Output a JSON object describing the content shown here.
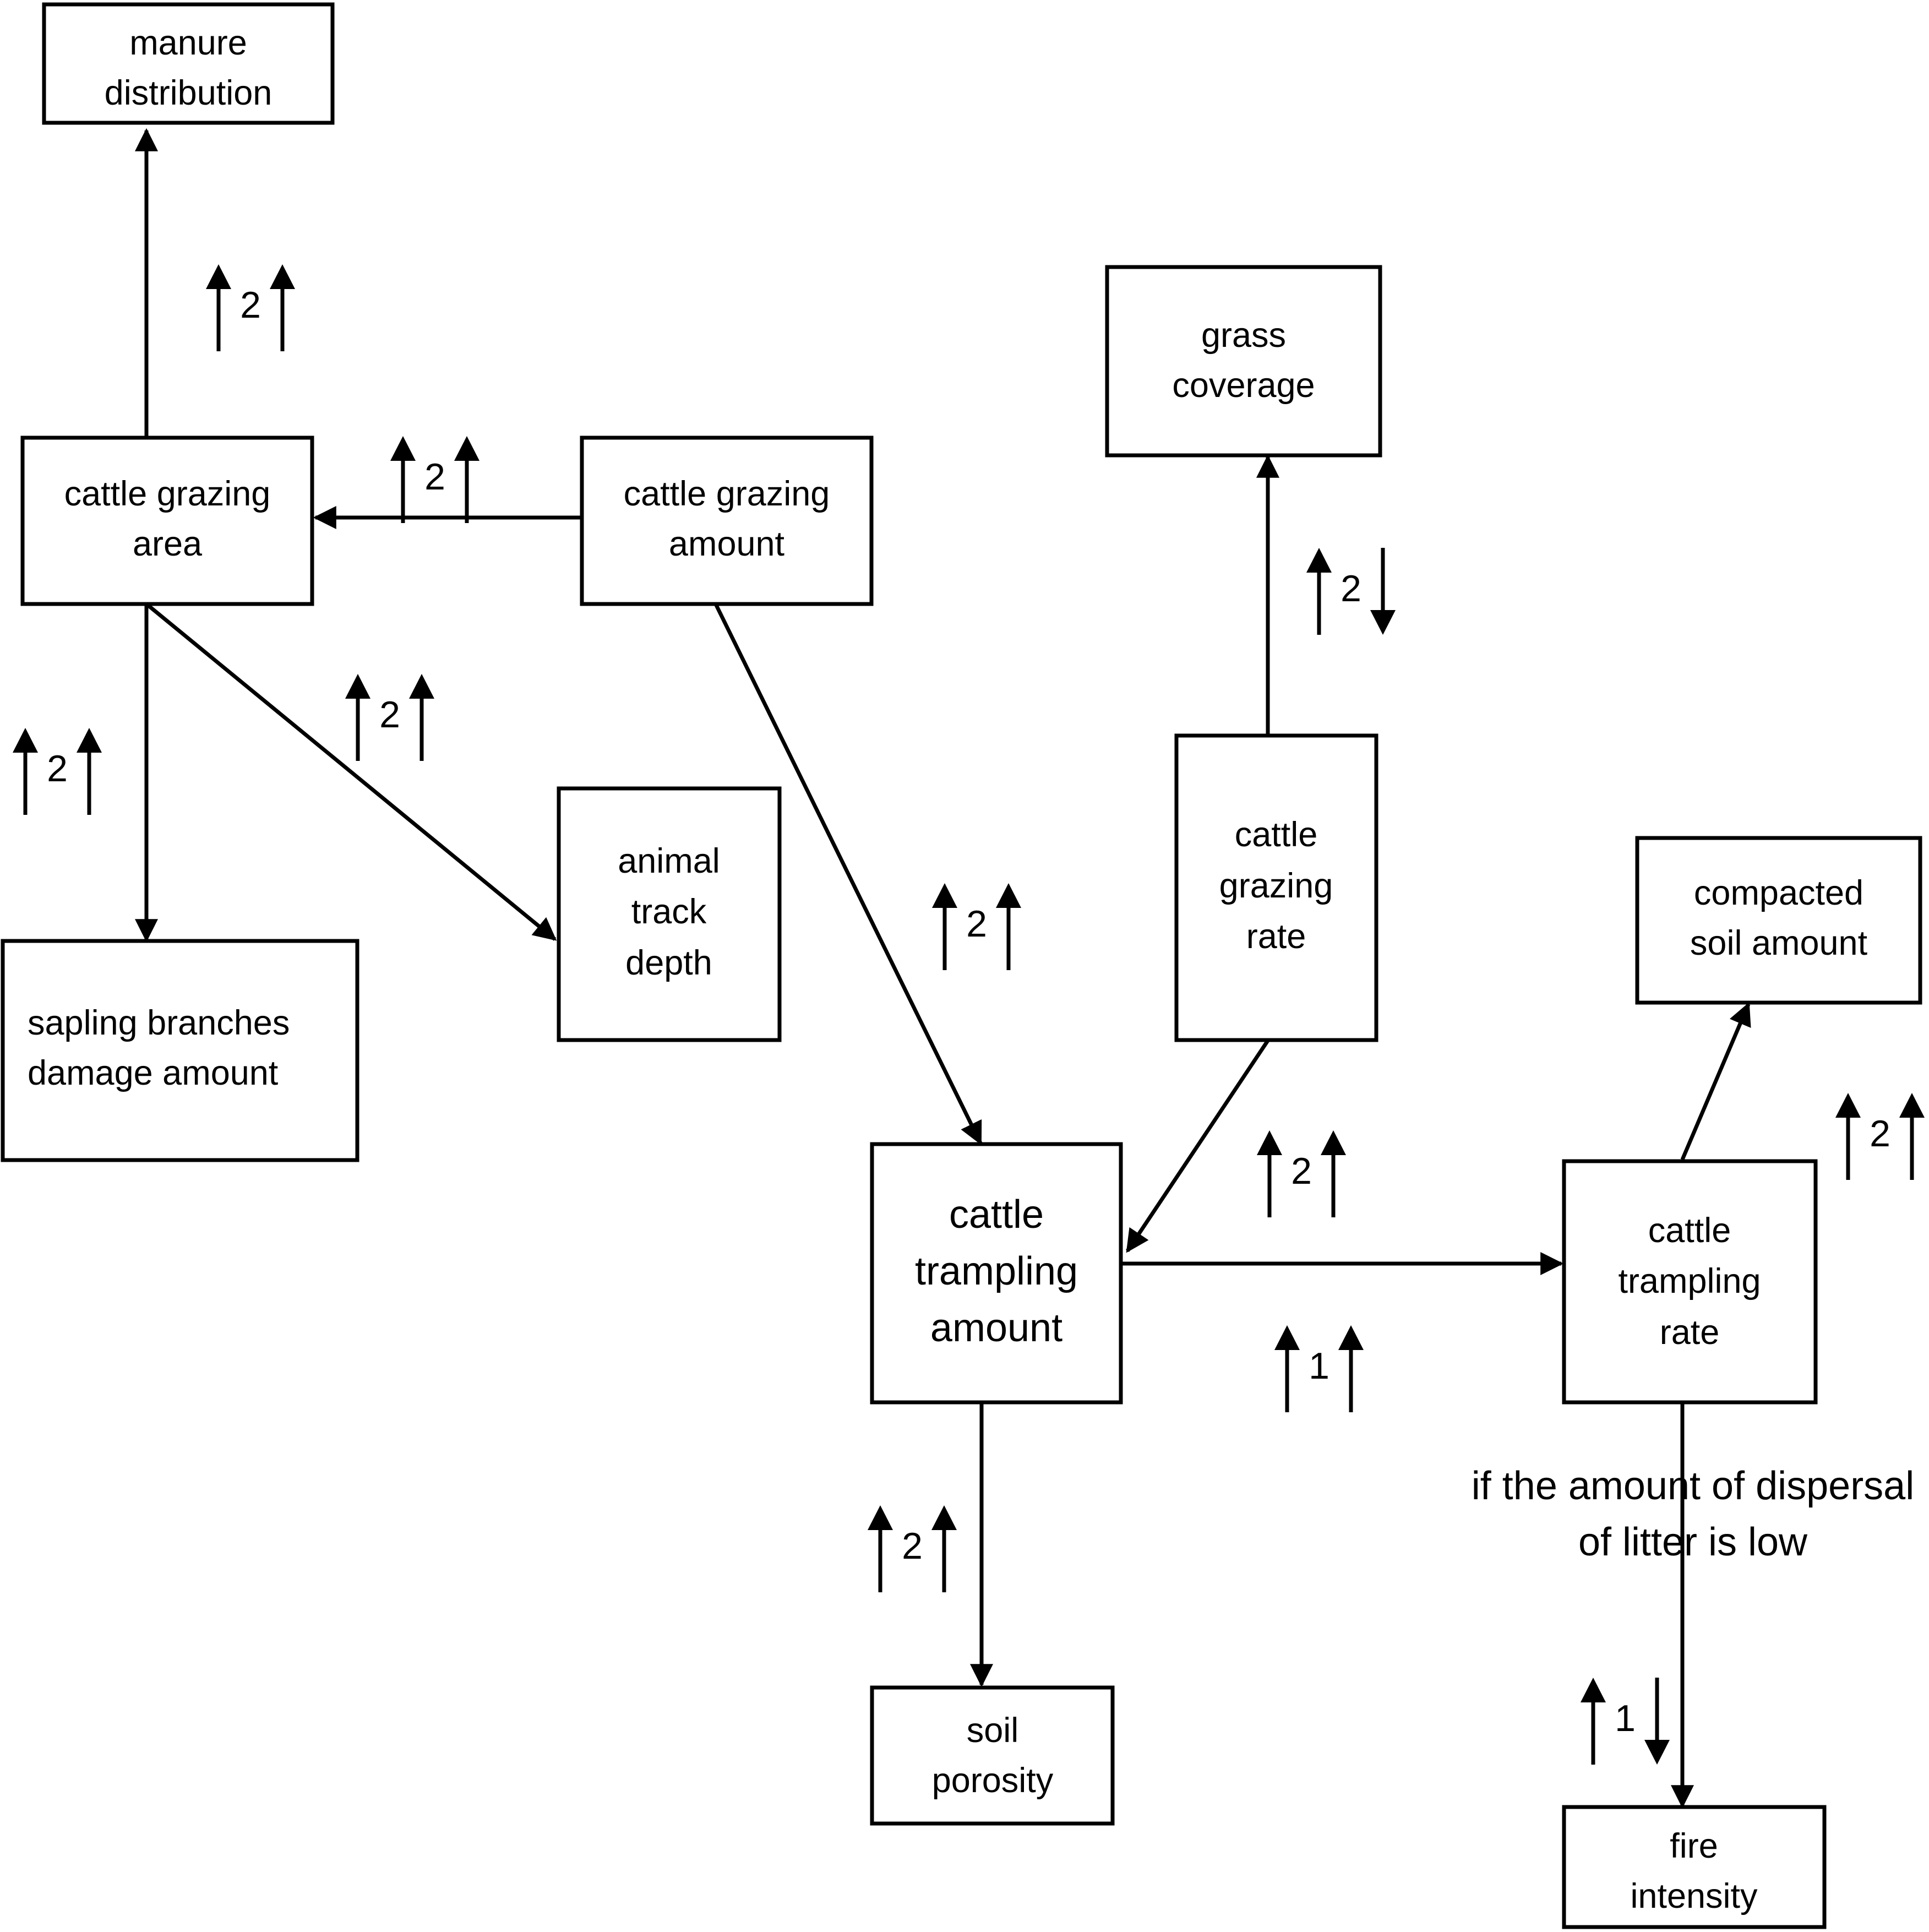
{
  "nodes": {
    "manure_distribution": [
      "manure",
      "distribution"
    ],
    "cattle_grazing_area": [
      "cattle grazing",
      "area"
    ],
    "cattle_grazing_amount": [
      "cattle grazing",
      "amount"
    ],
    "grass_coverage": [
      "grass",
      "coverage"
    ],
    "sapling_branches_damage_amount": [
      "sapling branches",
      "damage amount"
    ],
    "animal_track_depth": [
      "animal",
      "track",
      "depth"
    ],
    "cattle_grazing_rate": [
      "cattle",
      "grazing",
      "rate"
    ],
    "compacted_soil_amount": [
      "compacted",
      "soil amount"
    ],
    "cattle_trampling_amount": [
      "cattle",
      "trampling",
      "amount"
    ],
    "cattle_trampling_rate": [
      "cattle",
      "trampling",
      "rate"
    ],
    "soil_porosity": [
      "soil",
      "porosity"
    ],
    "fire_intensity": [
      "fire",
      "intensity"
    ]
  },
  "relations": [
    {
      "id": "area-to-manure",
      "from": "cattle_grazing_area",
      "to": "manure_distribution",
      "cause": "up",
      "weight": "2",
      "effect": "up"
    },
    {
      "id": "amount-to-area",
      "from": "cattle_grazing_amount",
      "to": "cattle_grazing_area",
      "cause": "up",
      "weight": "2",
      "effect": "up"
    },
    {
      "id": "area-to-sapling",
      "from": "cattle_grazing_area",
      "to": "sapling_branches_damage_amount",
      "cause": "up",
      "weight": "2",
      "effect": "up"
    },
    {
      "id": "area-to-track",
      "from": "cattle_grazing_area",
      "to": "animal_track_depth",
      "cause": "up",
      "weight": "2",
      "effect": "up"
    },
    {
      "id": "amount-to-trampling",
      "from": "cattle_grazing_amount",
      "to": "cattle_trampling_amount",
      "cause": "up",
      "weight": "2",
      "effect": "up"
    },
    {
      "id": "rate-to-grass",
      "from": "cattle_grazing_rate",
      "to": "grass_coverage",
      "cause": "up",
      "weight": "2",
      "effect": "down"
    },
    {
      "id": "rate-to-trampling",
      "from": "cattle_grazing_rate",
      "to": "cattle_trampling_amount",
      "cause": "up",
      "weight": "2",
      "effect": "up"
    },
    {
      "id": "trampling-to-trate",
      "from": "cattle_trampling_amount",
      "to": "cattle_trampling_rate",
      "cause": "up",
      "weight": "1",
      "effect": "up"
    },
    {
      "id": "trate-to-compacted",
      "from": "cattle_trampling_rate",
      "to": "compacted_soil_amount",
      "cause": "up",
      "weight": "2",
      "effect": "up"
    },
    {
      "id": "trampling-to-porosity",
      "from": "cattle_trampling_amount",
      "to": "soil_porosity",
      "cause": "up",
      "weight": "2",
      "effect": "up"
    },
    {
      "id": "trate-to-fire",
      "from": "cattle_trampling_rate",
      "to": "fire_intensity",
      "cause": "up",
      "weight": "1",
      "effect": "down"
    }
  ],
  "condition_note": [
    "if the amount of dispersal",
    "of litter is low"
  ],
  "colors": {
    "stroke": "#000000",
    "background": "#ffffff"
  }
}
